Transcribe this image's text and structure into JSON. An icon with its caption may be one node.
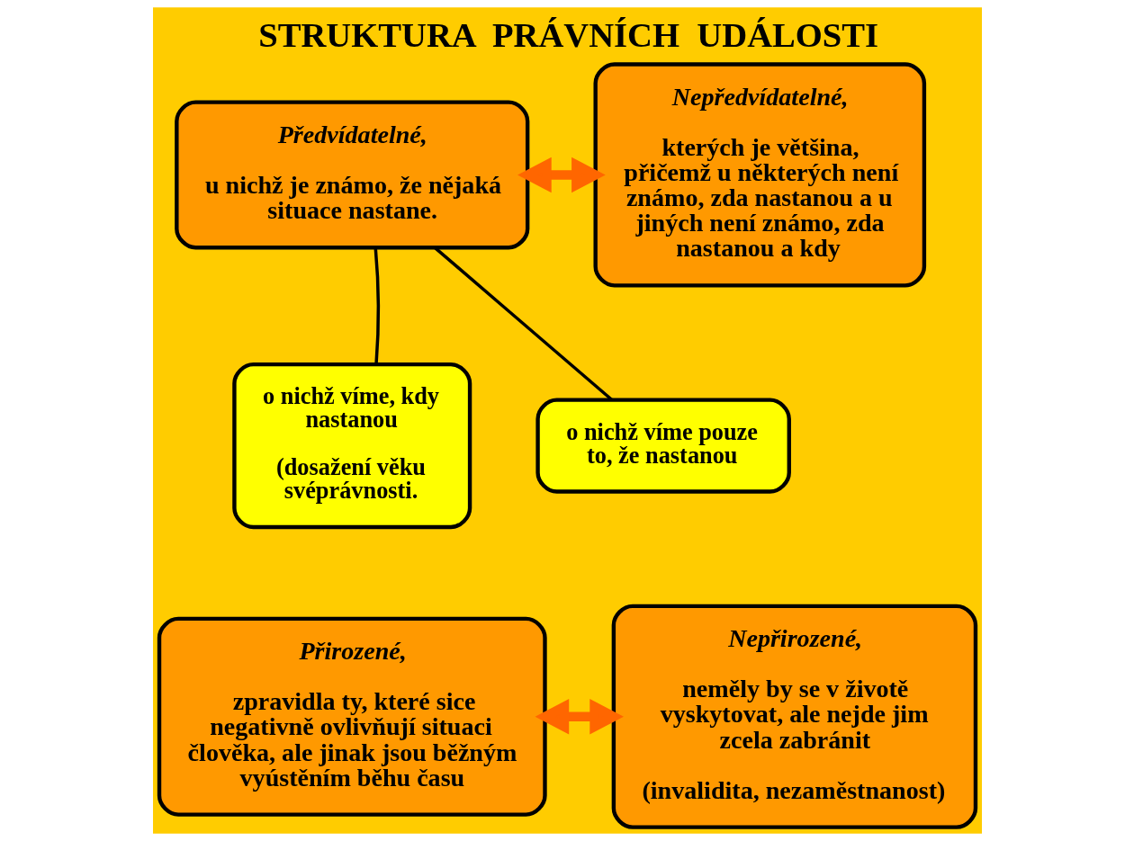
{
  "diagram": {
    "title": "STRUKTURA  PRÁVNÍCH  UDÁLOSTI",
    "nodes": [
      {
        "text": [
          "Předvídatelné,",
          "u nichž je známo, že nějaká situace nastane."
        ]
      },
      {
        "text": [
          "Nepředvídatelné,",
          "kterých je většina, přičemž u některých není známo, zda nastanou a u jiných není známo, zda nastanou a kdy"
        ]
      },
      {
        "text": [
          "o nichž víme, kdy nastanou",
          "(dosažení věku svéprávnosti."
        ]
      },
      {
        "text": [
          "o nichž víme pouze to, že nastanou"
        ]
      },
      {
        "text": [
          "Přirozené,",
          "zpravidla ty, které sice negativně ovlivňují situaci člověka, ale jinak jsou běžným vyústěním běhu času"
        ]
      },
      {
        "text": [
          "Nepřirozené,",
          "neměly by se v životě vyskytovat, ale nejde jim zcela zabránit",
          "(invalidita, nezaměstnanost)"
        ]
      }
    ],
    "edges": [
      {
        "from": 0,
        "to": 1,
        "arrow": "both",
        "style": "thick",
        "color": "#ff6600"
      },
      {
        "from": 2,
        "to": 0,
        "arrow": "none",
        "color": "#000000"
      },
      {
        "from": 3,
        "to": 0,
        "arrow": "none",
        "color": "#000000"
      },
      {
        "from": 4,
        "to": 5,
        "arrow": "both",
        "style": "thick",
        "color": "#ff6600"
      }
    ]
  }
}
